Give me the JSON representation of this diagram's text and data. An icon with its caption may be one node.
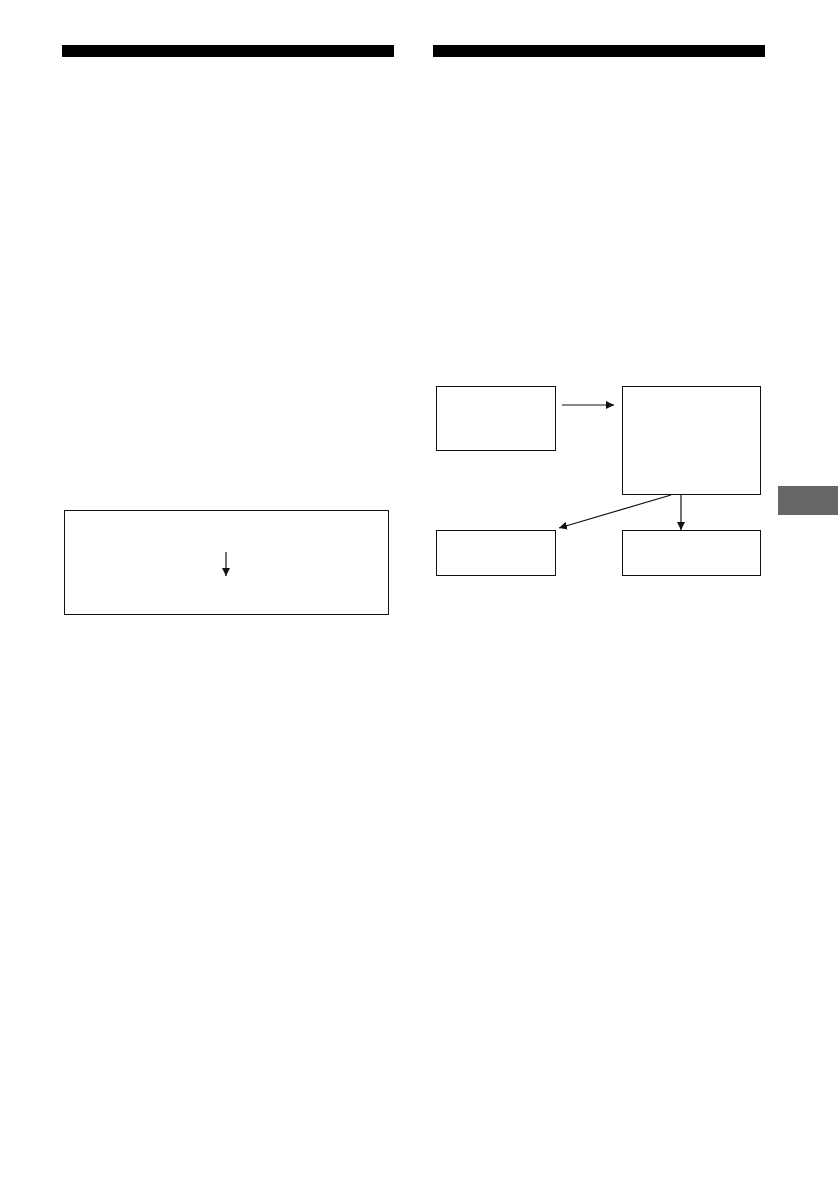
{
  "diagram": {
    "nodes": [
      {
        "text": [],
        "shape": "box"
      },
      {
        "text": [],
        "shape": "box"
      },
      {
        "text": [],
        "shape": "box"
      },
      {
        "text": [],
        "shape": "box"
      },
      {
        "text": [],
        "shape": "box"
      }
    ],
    "edges": [
      {
        "from": 1,
        "to": 2,
        "arrow": "to"
      },
      {
        "from": 2,
        "to": 3,
        "arrow": "to"
      },
      {
        "from": 2,
        "to": 4,
        "arrow": "to"
      }
    ]
  }
}
